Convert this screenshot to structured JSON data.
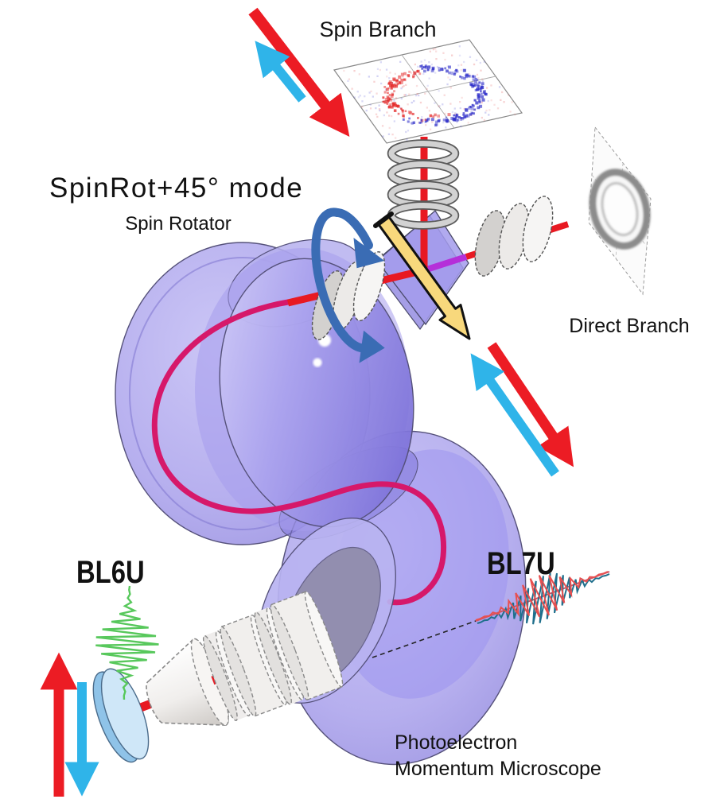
{
  "title": "SpinRot+45°  mode",
  "labels": {
    "spin_branch": "Spin Branch",
    "spin_rotator": "Spin Rotator",
    "direct_branch": "Direct Branch",
    "beamline_left": "BL6U",
    "beamline_right": "BL7U",
    "microscope_line1": "Photoelectron",
    "microscope_line2": "Momentum Microscope"
  },
  "colors": {
    "spin_up_arrow_red": "#ec1c24",
    "spin_down_arrow_cyan": "#2fb4e9",
    "rotation_arrow_blue": "#3a6cb4",
    "deflection_arrow_yellow": "#f8d87c",
    "electron_path_crimson": "#d6186a",
    "photon_beam_red": "#e81922",
    "rotated_beam_magenta": "#b52fd9",
    "hemisphere_purple": "#8b82e0",
    "deflector_cube_purple": "#9c92ea",
    "coil_gray": "#d9d9d9",
    "bl6u_pulse_green": "#58c85c",
    "bl7u_pulse_red": "#e85050",
    "bl7u_pulse_teal": "#1f6f8c",
    "sample_disc_blue": "#bfe0f6"
  }
}
